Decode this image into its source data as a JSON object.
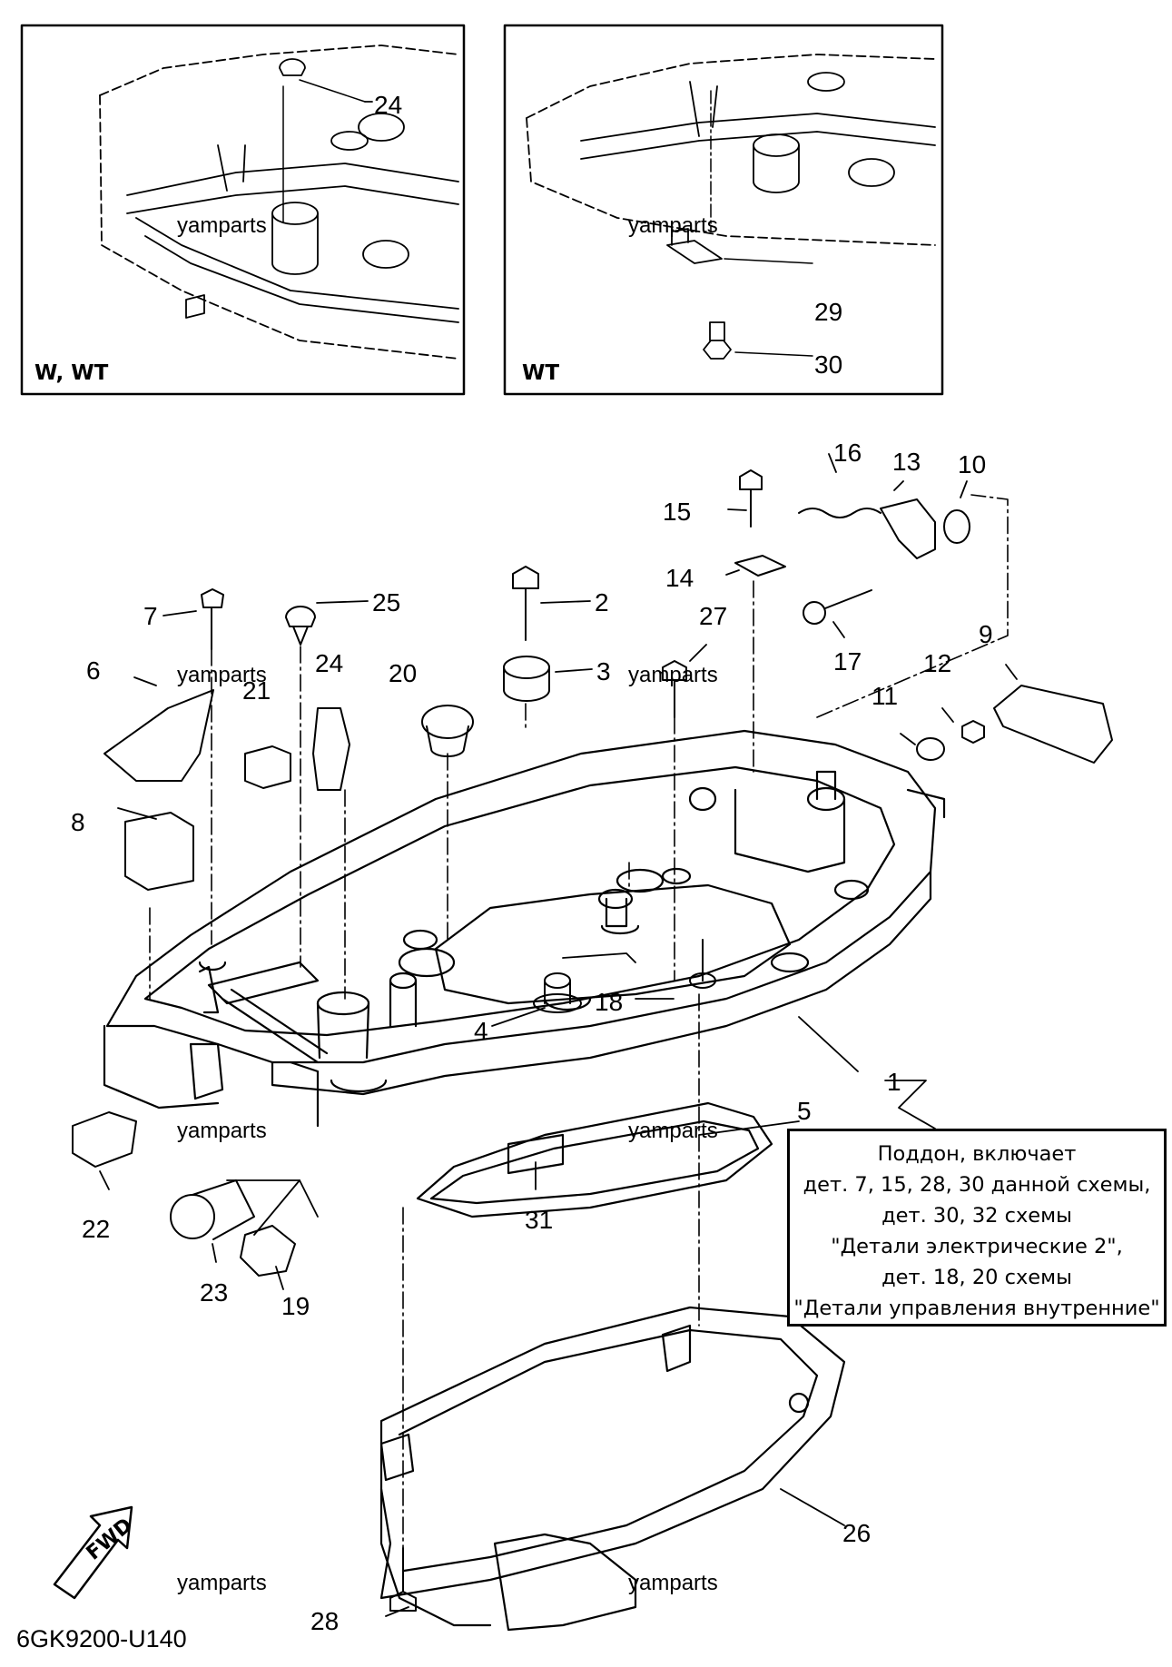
{
  "insets": [
    {
      "label": "W, WT"
    },
    {
      "label": "WT"
    }
  ],
  "callouts": [
    "24",
    "29",
    "30",
    "16",
    "13",
    "10",
    "15",
    "14",
    "2",
    "25",
    "7",
    "27",
    "3",
    "17",
    "9",
    "12",
    "11",
    "6",
    "21",
    "24",
    "20",
    "8",
    "18",
    "4",
    "1",
    "5",
    "22",
    "31",
    "23",
    "19",
    "26",
    "28"
  ],
  "watermark_text": "yamparts",
  "drawing_code": "6GK9200-U140",
  "fwd_label": "FWD",
  "note": {
    "lines": [
      "Поддон, включает",
      "дет. 7, 15, 28, 30 данной схемы,",
      "дет. 30, 32 схемы",
      "\"Детали электрические 2\",",
      "дет. 18, 20 схемы",
      "\"Детали управления внутренние\""
    ]
  }
}
